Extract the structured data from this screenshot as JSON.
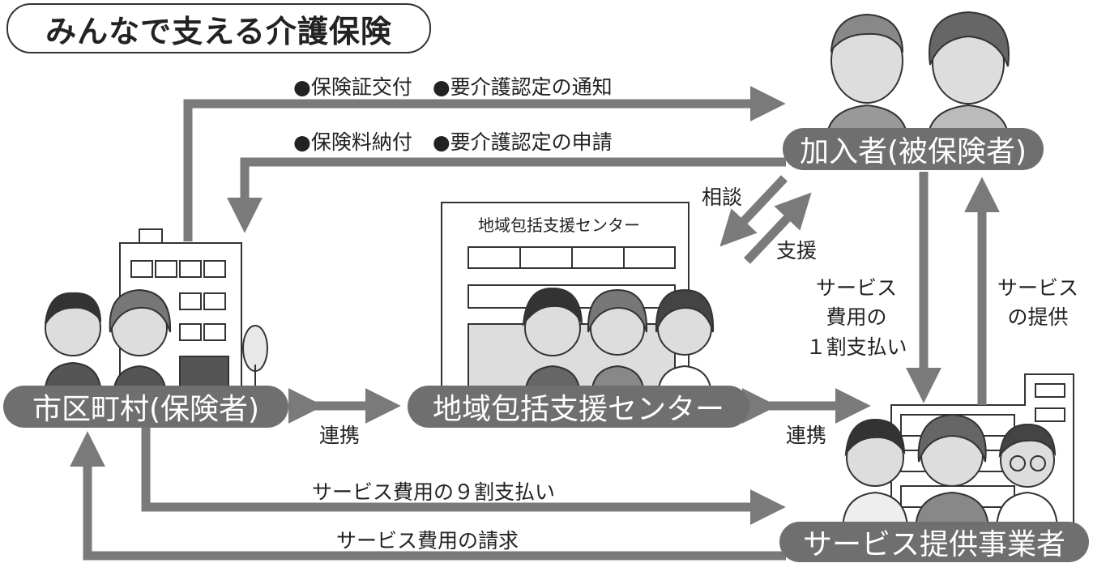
{
  "title": "みんなで支える介護保険",
  "nodes": {
    "municipality": "市区町村(保険者)",
    "center": "地域包括支援センター",
    "insured": "加入者(被保険者)",
    "provider": "サービス提供事業者"
  },
  "building_sign": "地域包括支援センター",
  "flows": {
    "top1": "●保険証交付　●要介護認定の通知",
    "top2": "●保険料納付　●要介護認定の申請",
    "consult": "相談",
    "support": "支援",
    "copay": [
      "サービス",
      "費用の",
      "１割支払い"
    ],
    "provide": [
      "サービス",
      "の提供"
    ],
    "link_left": "連携",
    "link_right": "連携",
    "pay90": "サービス費用の９割支払い",
    "claim": "サービス費用の請求"
  },
  "colors": {
    "arrow": "#7a7a7a",
    "pill": "#6f6f6f",
    "pill_text": "#ffffff"
  }
}
